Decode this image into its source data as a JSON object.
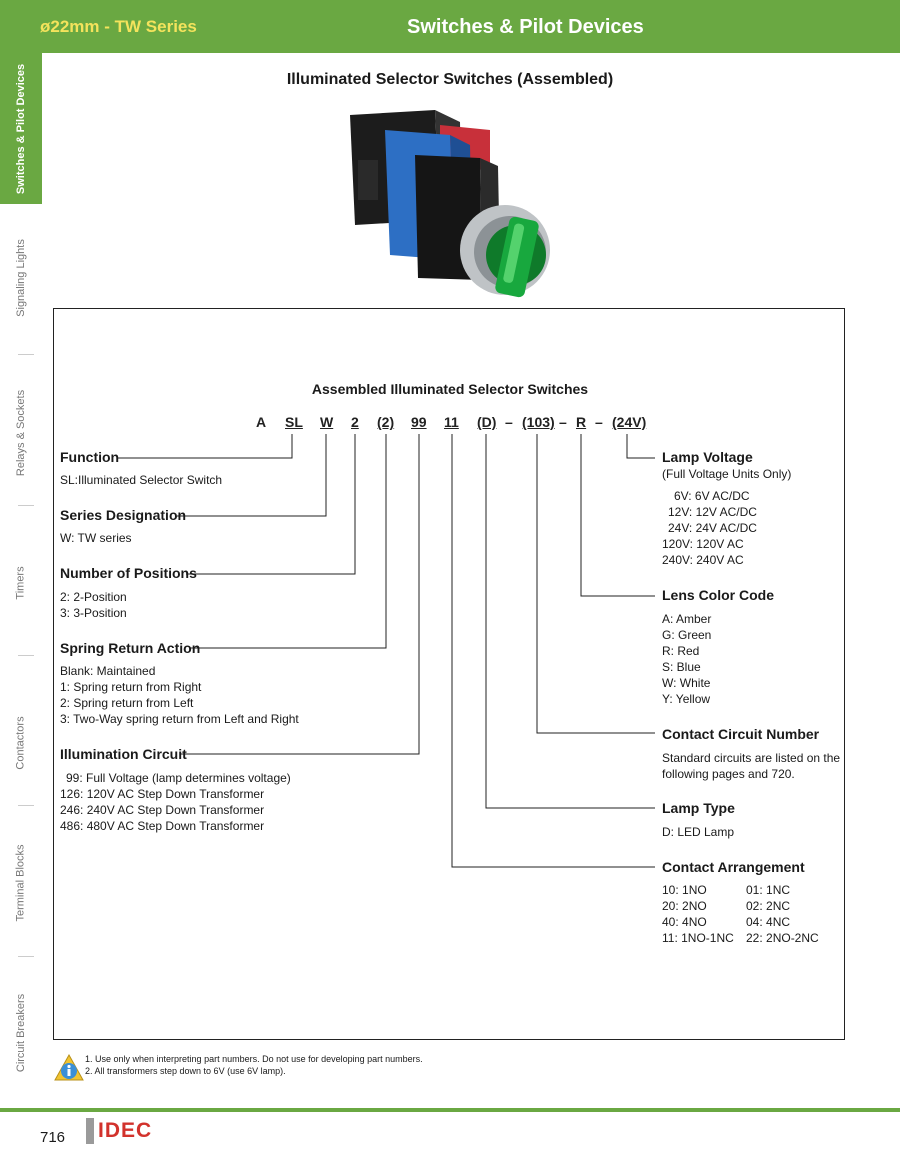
{
  "header": {
    "left": "ø22mm - TW Series",
    "right": "Switches & Pilot Devices"
  },
  "sidebar": [
    "Switches & Pilot Devices",
    "Signaling Lights",
    "Relays & Sockets",
    "Timers",
    "Contactors",
    "Terminal Blocks",
    "Circuit Breakers"
  ],
  "page_title": "Illuminated Selector Switches (Assembled)",
  "box_title": "Assembled Illuminated Selector Switches",
  "part_number": [
    "A",
    "SL",
    "W",
    "2",
    "(2)",
    "99",
    "11",
    "(D)",
    "–",
    "(103)",
    "–",
    "R",
    "–",
    "(24V)"
  ],
  "sections": {
    "function": {
      "label": "Function",
      "lines": [
        "SL:Illuminated Selector Switch"
      ]
    },
    "series": {
      "label": "Series Designation",
      "lines": [
        "W: TW series"
      ]
    },
    "positions": {
      "label": "Number of Positions",
      "lines": [
        "2: 2-Position",
        "3: 3-Position"
      ]
    },
    "spring": {
      "label": "Spring Return Action",
      "lines": [
        "Blank: Maintained",
        "1: Spring return from Right",
        "2: Spring return from Left",
        "3: Two-Way spring return from Left and Right"
      ]
    },
    "illumination": {
      "label": "Illumination Circuit",
      "lines": [
        "99:  Full Voltage (lamp determines voltage)",
        "126:  120V AC Step Down Transformer",
        "246:  240V AC Step Down Transformer",
        "486:  480V AC Step Down Transformer"
      ]
    },
    "lamp_voltage": {
      "label": "Lamp Voltage",
      "sub": "(Full Voltage Units Only)",
      "lines": [
        "6V:  6V AC/DC",
        "12V:  12V AC/DC",
        "24V:  24V AC/DC",
        "120V:  120V AC",
        "240V:  240V AC"
      ]
    },
    "lens": {
      "label": "Lens Color Code",
      "lines": [
        "A:   Amber",
        "G:  Green",
        "R:  Red",
        "S:  Blue",
        "W: White",
        "Y:  Yellow"
      ]
    },
    "contact_circuit": {
      "label": "Contact Circuit Number",
      "lines": [
        "Standard circuits are listed on the",
        "following pages and 720."
      ]
    },
    "lamp_type": {
      "label": "Lamp Type",
      "lines": [
        "D: LED Lamp"
      ]
    },
    "contact_arr": {
      "label": "Contact Arrangement",
      "col1": [
        "10: 1NO",
        "20: 2NO",
        "40: 4NO",
        "11: 1NO-1NC"
      ],
      "col2": [
        "01: 1NC",
        "02: 2NC",
        "04: 4NC",
        "22: 2NO-2NC"
      ]
    }
  },
  "notes": [
    "1.  Use only when interpreting part numbers. Do not use for developing part numbers.",
    "2.  All transformers step down to 6V (use 6V lamp)."
  ],
  "footer": {
    "page": "716",
    "logo": "IDEC"
  },
  "colors": {
    "accent_green": "#6aa842",
    "header_left_text": "#f4e35c",
    "logo_red": "#d2322c"
  }
}
